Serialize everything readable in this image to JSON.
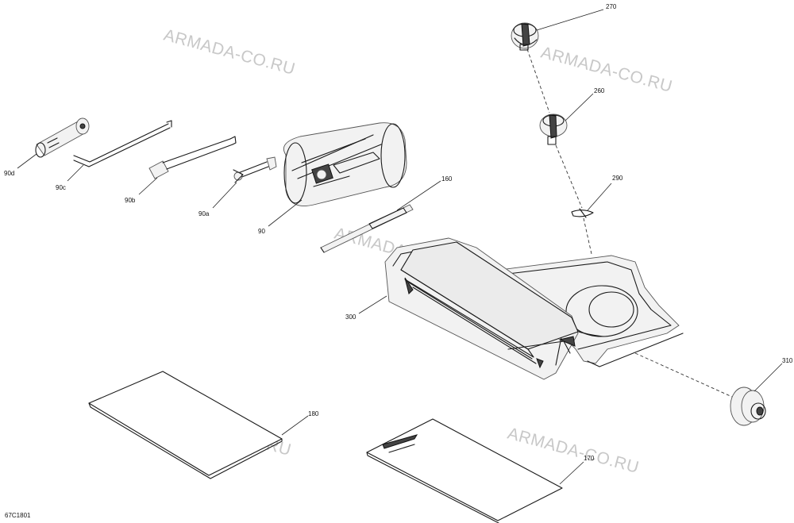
{
  "diagram_id": "67C1801",
  "watermark": "ARMADA-CO.RU",
  "callouts": {
    "c270": "270",
    "c260": "260",
    "c290": "290",
    "c160": "160",
    "c300": "300",
    "c310": "310",
    "c180": "180",
    "c170": "170",
    "c90": "90",
    "c90a": "90a",
    "c90b": "90b",
    "c90c": "90c",
    "c90d": "90d"
  }
}
